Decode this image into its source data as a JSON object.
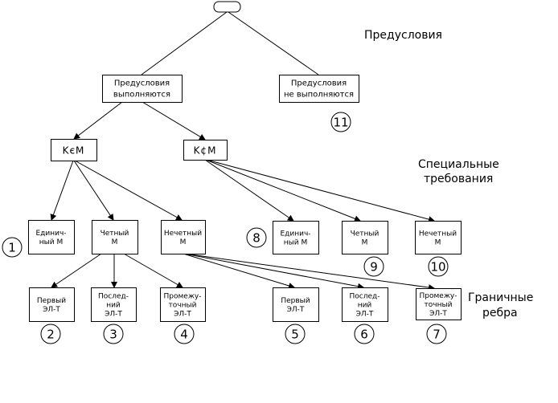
{
  "diagram": {
    "root": {
      "label": ""
    },
    "labels": {
      "preconditions": "Предусловия",
      "special_1": "Специальные",
      "special_2": "требования",
      "boundary_1": "Граничные",
      "boundary_2": "ребра"
    },
    "nodes": [
      {
        "id": "pre-ok",
        "lines": [
          "Предусловия",
          "выполняются"
        ]
      },
      {
        "id": "pre-fail",
        "lines": [
          "Предусловия",
          "не выполняются"
        ]
      },
      {
        "id": "k-in-m",
        "lines": [
          "KєM"
        ]
      },
      {
        "id": "k-notin-m",
        "lines": [
          "K¢M"
        ]
      },
      {
        "id": "single-left",
        "lines": [
          "Единич-",
          "ный М"
        ]
      },
      {
        "id": "even-left",
        "lines": [
          "Четный",
          "М"
        ]
      },
      {
        "id": "odd-left",
        "lines": [
          "Нечетный",
          "М"
        ]
      },
      {
        "id": "single-right",
        "lines": [
          "Единич-",
          "ный М"
        ]
      },
      {
        "id": "even-right",
        "lines": [
          "Четный",
          "М"
        ]
      },
      {
        "id": "odd-right",
        "lines": [
          "Нечетный",
          "М"
        ]
      },
      {
        "id": "first-left",
        "lines": [
          "Первый",
          "ЭЛ-Т"
        ]
      },
      {
        "id": "last-left",
        "lines": [
          "Послед-",
          "ний",
          "ЭЛ-Т"
        ]
      },
      {
        "id": "mid-left",
        "lines": [
          "Промежу-",
          "точный",
          "ЭЛ-Т"
        ]
      },
      {
        "id": "first-right",
        "lines": [
          "Первый",
          "ЭЛ-Т"
        ]
      },
      {
        "id": "last-right",
        "lines": [
          "Послед-",
          "ний",
          "ЭЛ-Т"
        ]
      },
      {
        "id": "mid-right",
        "lines": [
          "Промежу-",
          "точный",
          "ЭЛ-Т"
        ]
      }
    ],
    "edges": [
      {
        "from": "root",
        "to": "pre-ok",
        "arrow": false
      },
      {
        "from": "root",
        "to": "pre-fail",
        "arrow": false
      },
      {
        "from": "pre-ok",
        "to": "k-in-m",
        "arrow": true
      },
      {
        "from": "pre-ok",
        "to": "k-notin-m",
        "arrow": true
      },
      {
        "from": "k-in-m",
        "to": "single-left",
        "arrow": true
      },
      {
        "from": "k-in-m",
        "to": "even-left",
        "arrow": true
      },
      {
        "from": "k-in-m",
        "to": "odd-left",
        "arrow": true
      },
      {
        "from": "k-notin-m",
        "to": "single-right",
        "arrow": true
      },
      {
        "from": "k-notin-m",
        "to": "even-right",
        "arrow": true
      },
      {
        "from": "k-notin-m",
        "to": "odd-right",
        "arrow": true
      },
      {
        "from": "even-left",
        "to": "first-left",
        "arrow": true
      },
      {
        "from": "even-left",
        "to": "last-left",
        "arrow": true
      },
      {
        "from": "even-left",
        "to": "mid-left",
        "arrow": true
      },
      {
        "from": "odd-left",
        "to": "first-right",
        "arrow": true
      },
      {
        "from": "odd-left",
        "to": "last-right",
        "arrow": true
      },
      {
        "from": "odd-left",
        "to": "mid-right",
        "arrow": true
      }
    ],
    "markers": [
      {
        "num": "1",
        "near": "single-left"
      },
      {
        "num": "2",
        "near": "first-left"
      },
      {
        "num": "3",
        "near": "last-left"
      },
      {
        "num": "4",
        "near": "mid-left"
      },
      {
        "num": "5",
        "near": "first-right"
      },
      {
        "num": "6",
        "near": "last-right"
      },
      {
        "num": "7",
        "near": "mid-right"
      },
      {
        "num": "8",
        "near": "single-right"
      },
      {
        "num": "9",
        "near": "even-right"
      },
      {
        "num": "10",
        "near": "odd-right"
      },
      {
        "num": "11",
        "near": "pre-fail"
      }
    ]
  }
}
